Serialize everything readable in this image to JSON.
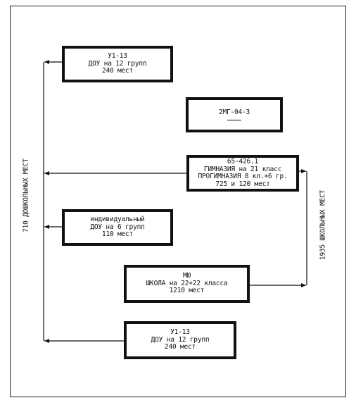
{
  "boxes": {
    "b1": {
      "lines": [
        "У1-13",
        "ДОУ на 12 групп",
        "240 мест"
      ]
    },
    "b2": {
      "lines": [
        "2МГ-04-3"
      ]
    },
    "b3": {
      "lines": [
        "65-426.1",
        "ГИМНАЗИЯ на 21 класс",
        "ПРОГИМНАЗИЯ 8 кл.+6 гр.",
        "725 и 120 мест"
      ]
    },
    "b4": {
      "lines": [
        "индивидуальный",
        "ДОУ на 6 групп",
        "110 мест"
      ]
    },
    "b5": {
      "lines": [
        "МЮ",
        "ШКОЛА на 22+22 класса",
        "1210 мест"
      ]
    },
    "b6": {
      "lines": [
        "У1-13",
        "ДОУ на 12 групп",
        "240 мест"
      ]
    }
  },
  "labels": {
    "left_vertical": "710 ДОШКОЛЬНЫХ МЕСТ",
    "right_vertical": "1935 ШКОЛЬНЫХ МЕСТ"
  }
}
